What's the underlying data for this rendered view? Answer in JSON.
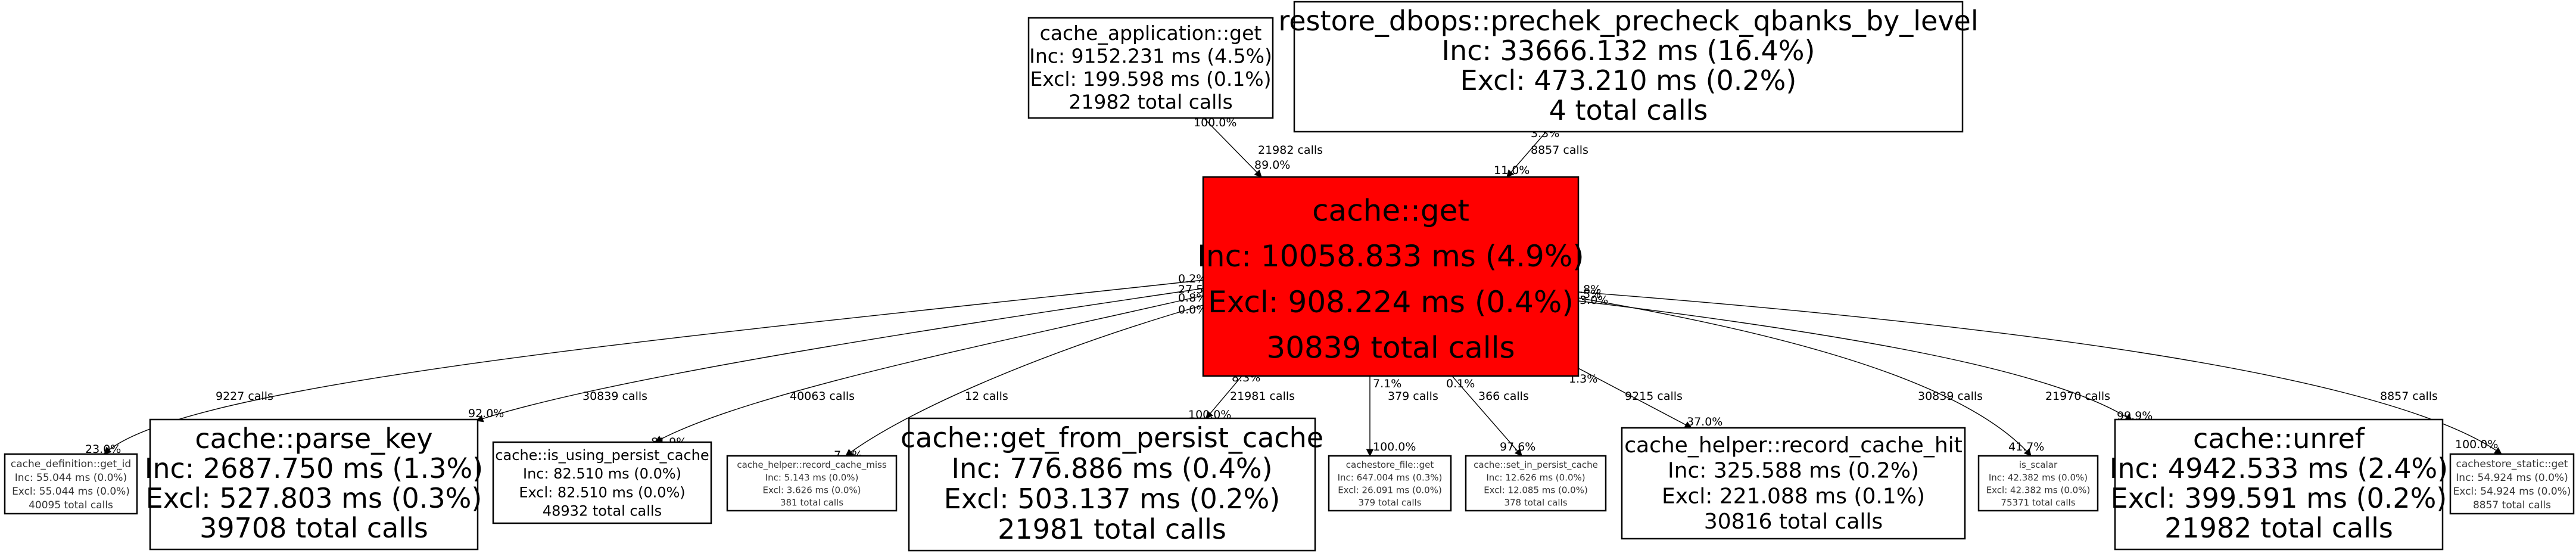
{
  "nodes": [
    {
      "id": "cache_application_get",
      "lines": [
        "cache_application::get",
        "Inc: 9152.231 ms (4.5%)",
        "Excl: 199.598 ms (0.1%)",
        "21982 total calls"
      ]
    },
    {
      "id": "restore_dbops_prechek",
      "lines": [
        "restore_dbops::prechek_precheck_qbanks_by_level",
        "Inc: 33666.132 ms (16.4%)",
        "Excl: 473.210 ms (0.2%)",
        "4 total calls"
      ]
    },
    {
      "id": "cache_get",
      "lines": [
        "cache::get",
        "Inc: 10058.833 ms (4.9%)",
        "Excl: 908.224 ms (0.4%)",
        "30839 total calls"
      ],
      "highlight": "#ff0000"
    },
    {
      "id": "cache_definition_get_id",
      "lines": [
        "cache_definition::get_id",
        "Inc: 55.044 ms (0.0%)",
        "Excl: 55.044 ms (0.0%)",
        "40095 total calls"
      ]
    },
    {
      "id": "cache_parse_key",
      "lines": [
        "cache::parse_key",
        "Inc: 2687.750 ms (1.3%)",
        "Excl: 527.803 ms (0.3%)",
        "39708 total calls"
      ]
    },
    {
      "id": "cache_is_using_persist_cache",
      "lines": [
        "cache::is_using_persist_cache",
        "Inc: 82.510 ms (0.0%)",
        "Excl: 82.510 ms (0.0%)",
        "48932 total calls"
      ]
    },
    {
      "id": "cache_helper_record_cache_miss",
      "lines": [
        "cache_helper::record_cache_miss",
        "Inc: 5.143 ms (0.0%)",
        "Excl: 3.626 ms (0.0%)",
        "381 total calls"
      ]
    },
    {
      "id": "cache_get_from_persist_cache",
      "lines": [
        "cache::get_from_persist_cache",
        "Inc: 776.886 ms (0.4%)",
        "Excl: 503.137 ms (0.2%)",
        "21981 total calls"
      ]
    },
    {
      "id": "cachestore_file_get",
      "lines": [
        "cachestore_file::get",
        "Inc: 647.004 ms (0.3%)",
        "Excl: 26.091 ms (0.0%)",
        "379 total calls"
      ]
    },
    {
      "id": "cache_set_in_persist_cache",
      "lines": [
        "cache::set_in_persist_cache",
        "Inc: 12.626 ms (0.0%)",
        "Excl: 12.085 ms (0.0%)",
        "378 total calls"
      ]
    },
    {
      "id": "cache_helper_record_cache_hit",
      "lines": [
        "cache_helper::record_cache_hit",
        "Inc: 325.588 ms (0.2%)",
        "Excl: 221.088 ms (0.1%)",
        "30816 total calls"
      ]
    },
    {
      "id": "is_scalar",
      "lines": [
        "is_scalar",
        "Inc: 42.382 ms (0.0%)",
        "Excl: 42.382 ms (0.0%)",
        "75371 total calls"
      ]
    },
    {
      "id": "cache_unref",
      "lines": [
        "cache::unref",
        "Inc: 4942.533 ms (2.4%)",
        "Excl: 399.591 ms (0.2%)",
        "21982 total calls"
      ]
    },
    {
      "id": "cachestore_static_get",
      "lines": [
        "cachestore_static::get",
        "Inc: 54.924 ms (0.0%)",
        "Excl: 54.924 ms (0.0%)",
        "8857 total calls"
      ]
    }
  ],
  "edges": [
    {
      "from": "cache_application_get",
      "to": "cache_get",
      "calls": "21982 calls",
      "src_pct": "100.0%",
      "dst_pct": "89.0%"
    },
    {
      "from": "restore_dbops_prechek",
      "to": "cache_get",
      "calls": "8857 calls",
      "src_pct": "3.3%",
      "dst_pct": "11.0%"
    },
    {
      "from": "cache_get",
      "to": "cache_definition_get_id",
      "calls": "9227 calls",
      "src_pct": "0.2%",
      "dst_pct": "23.0%"
    },
    {
      "from": "cache_get",
      "to": "cache_parse_key",
      "calls": "30839 calls",
      "src_pct": "27.5%",
      "dst_pct": "92.0%"
    },
    {
      "from": "cache_get",
      "to": "cache_is_using_persist_cache",
      "calls": "40063 calls",
      "src_pct": "0.8%",
      "dst_pct": "81.9%"
    },
    {
      "from": "cache_get",
      "to": "cache_helper_record_cache_miss",
      "calls": "12 calls",
      "src_pct": "0.0%",
      "dst_pct": "7.4%"
    },
    {
      "from": "cache_get",
      "to": "cache_get_from_persist_cache",
      "calls": "21981 calls",
      "src_pct": "8.3%",
      "dst_pct": "100.0%"
    },
    {
      "from": "cache_get",
      "to": "cachestore_file_get",
      "calls": "379 calls",
      "src_pct": "7.1%",
      "dst_pct": "100.0%"
    },
    {
      "from": "cache_get",
      "to": "cache_set_in_persist_cache",
      "calls": "366 calls",
      "src_pct": "0.1%",
      "dst_pct": "97.6%"
    },
    {
      "from": "cache_get",
      "to": "cache_helper_record_cache_hit",
      "calls": "9215 calls",
      "src_pct": "1.3%",
      "dst_pct": "37.0%"
    },
    {
      "from": "cache_get",
      "to": "is_scalar",
      "calls": "30839 calls",
      "src_pct": "0.8%",
      "dst_pct": "41.7%"
    },
    {
      "from": "cache_get",
      "to": "cache_unref",
      "calls": "21970 calls",
      "src_pct": "43.0%",
      "dst_pct": "99.9%"
    },
    {
      "from": "cache_get",
      "to": "cachestore_static_get",
      "calls": "8857 calls",
      "src_pct": "0.5%",
      "dst_pct": "100.0%"
    }
  ]
}
